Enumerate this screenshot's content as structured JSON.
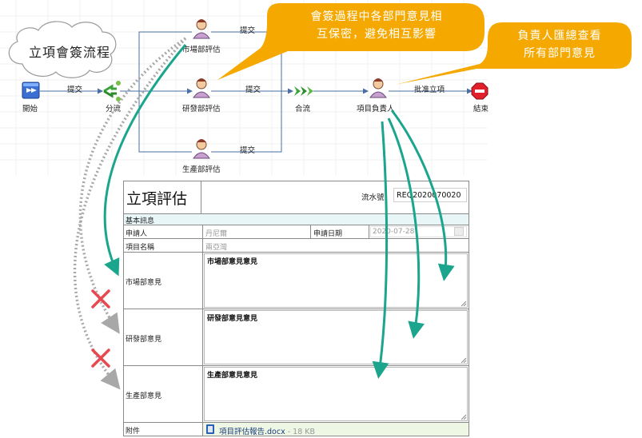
{
  "flow": {
    "cloud_title": "立項會簽流程",
    "nodes": {
      "start": "開始",
      "split": "分流",
      "market": "市場部評估",
      "rnd": "研發部評估",
      "prod": "生產部評估",
      "merge": "合流",
      "manager": "項目負責人",
      "end": "結束"
    },
    "edges": {
      "submit_start": "提交",
      "submit_market": "提交",
      "submit_rnd": "提交",
      "submit_prod": "提交",
      "approve": "批准立項"
    },
    "callout_confidential": [
      "會簽過程中各部門意見相",
      "互保密，避免相互影響"
    ],
    "callout_manager": [
      "負責人匯總查看",
      "所有部門意見"
    ]
  },
  "form": {
    "title": "立項評估",
    "serial_label": "流水號：",
    "serial_value": "REQ2020070020",
    "section_basic": "基本訊息",
    "applicant_label": "申請人",
    "applicant_value": "丹尼爾",
    "date_label": "申請日期",
    "date_value": "2020-07-28",
    "project_label": "項目名稱",
    "project_value": "兩亞灣",
    "market_label": "市場部意見",
    "market_box_title": "市場部意見意見",
    "rnd_label": "研發部意見",
    "rnd_box_title": "研發部意見意見",
    "prod_label": "生產部意見",
    "prod_box_title": "生產部意見意見",
    "attach_label": "附件",
    "attach_file": "項目評估報告.docx",
    "attach_size": " - 18 KB"
  },
  "colors": {
    "callout": "#f5a900",
    "arrow_green": "#1aa58c",
    "arrow_gray": "#a8a8a8",
    "cross_red": "#e8484f",
    "flow_line": "#4a6fa5"
  }
}
